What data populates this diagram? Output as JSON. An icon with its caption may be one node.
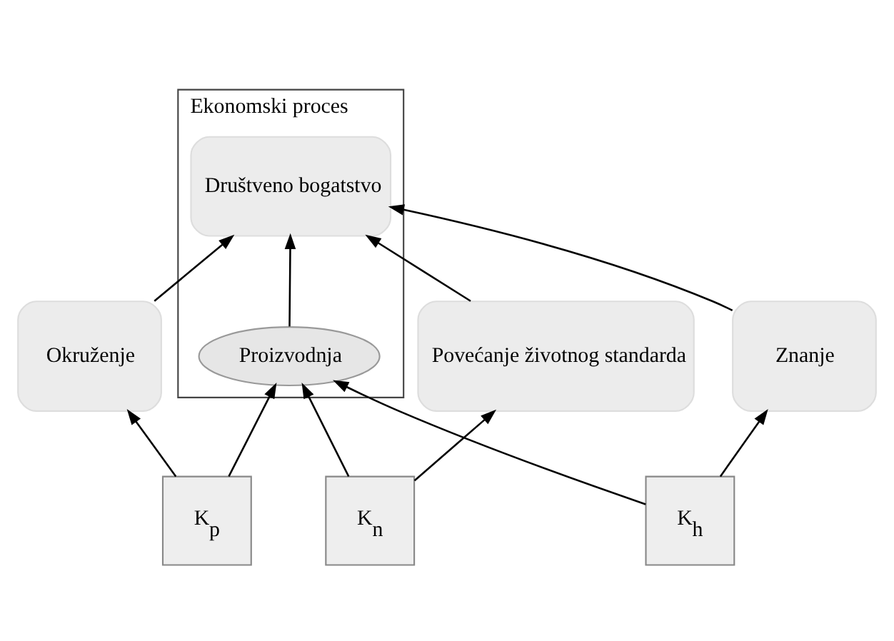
{
  "diagram": {
    "nodes": [
      {
        "text": [
          "Ekonomski proces"
        ]
      },
      {
        "text": [
          "Društveno bogatstvo"
        ],
        "in": 0
      },
      {
        "text": [
          "Proizvodnja"
        ],
        "in": 0
      },
      {
        "text": [
          "Okruženje"
        ]
      },
      {
        "text": [
          "Povećanje životnog standarda"
        ]
      },
      {
        "text": [
          "Znanje"
        ]
      },
      {
        "text": [
          "K$_{p}$"
        ]
      },
      {
        "text": [
          "K$_{n}$"
        ]
      },
      {
        "text": [
          "K$_{h}$"
        ]
      }
    ],
    "edges": [
      {
        "from": 3,
        "to": 1,
        "arrow": "to"
      },
      {
        "from": 2,
        "to": 1,
        "arrow": "to"
      },
      {
        "from": 4,
        "to": 1,
        "arrow": "to"
      },
      {
        "from": 5,
        "to": 1,
        "arrow": "to"
      },
      {
        "from": 6,
        "to": 3,
        "arrow": "to"
      },
      {
        "from": 6,
        "to": 2,
        "arrow": "to"
      },
      {
        "from": 7,
        "to": 2,
        "arrow": "to"
      },
      {
        "from": 7,
        "to": 4,
        "arrow": "to"
      },
      {
        "from": 8,
        "to": 2,
        "arrow": "to"
      },
      {
        "from": 8,
        "to": 5,
        "arrow": "to"
      }
    ]
  }
}
